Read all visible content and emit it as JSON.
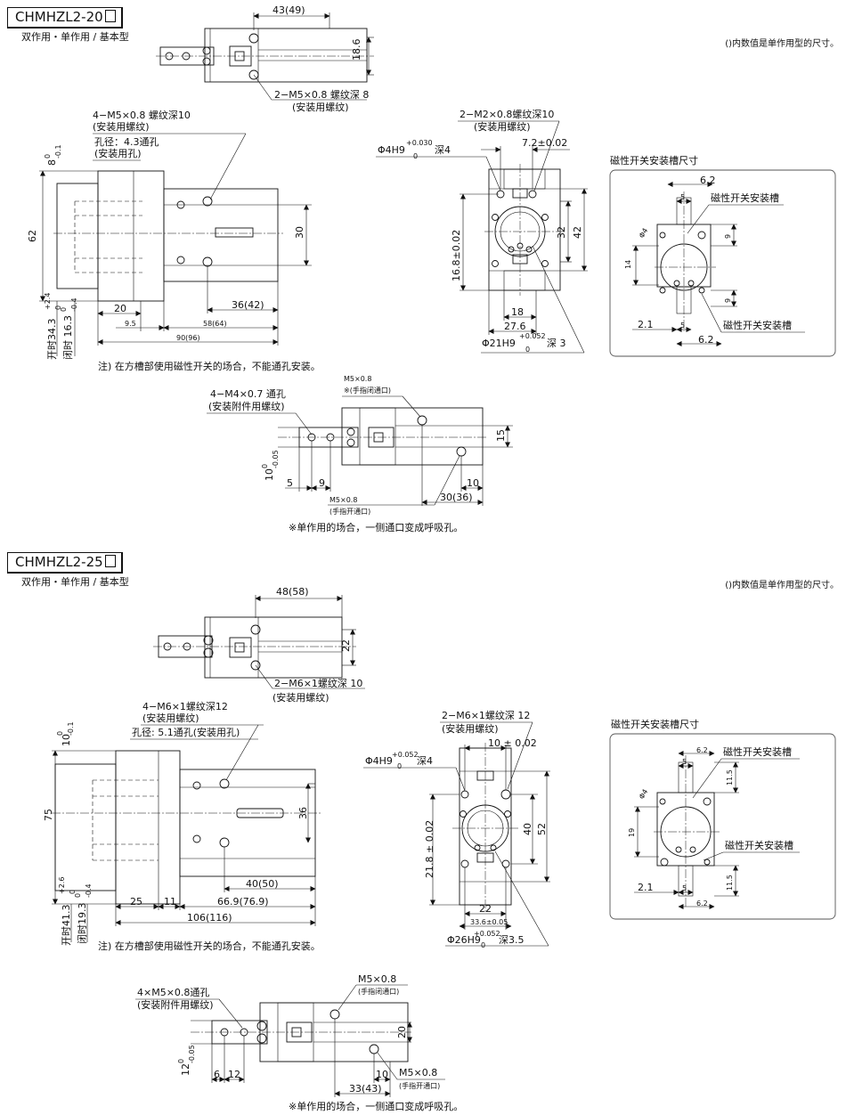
{
  "sections": [
    {
      "model": "CHMHZL2-20",
      "subtitle": "双作用・单作用 / 基本型",
      "note": "()内数值是单作用型的尺寸。",
      "top": {
        "dim_length": "43(49)",
        "dim_height": "18.6",
        "holes": "2−M5×0.8 螺纹深 8",
        "holes_use": "(安装用螺纹)"
      },
      "side": {
        "thread": "4−M5×0.8 螺纹深10",
        "thread_use": "(安装用螺纹)",
        "hole": "孔径：4.3通孔",
        "hole_use": "(安装用孔)",
        "tol_top": "8",
        "tol_top_sup": "0",
        "tol_top_sub": "-0.1",
        "height": "62",
        "inner": "30",
        "d1": "36(42)",
        "d2": "20",
        "d3": "9.5",
        "d4": "58(64)",
        "d5": "90(96)",
        "open_label": "开时34.3",
        "open_sup": "+2.4",
        "open_sub": "0",
        "close_label": "闭时 16.3",
        "close_sup": "0",
        "close_sub": "-0.4",
        "footnote": "注) 在方槽部使用磁性开关的场合，不能通孔安装。"
      },
      "end": {
        "thread": "2−M2×0.8螺纹深10",
        "thread_use": "(安装用螺纹)",
        "pin_hole": "Φ4H9",
        "pin_sup": "+0.030",
        "pin_sub": "0",
        "pin_depth": "深4",
        "pitch": "7.2±0.02",
        "center": "16.8±0.02",
        "h1": "32",
        "h2": "42",
        "w1": "18",
        "w2": "27.6",
        "bore": "Φ21H9",
        "bore_sup": "+0.052",
        "bore_sub": "0",
        "bore_depth": "深 3"
      },
      "sensor": {
        "title": "磁性开关安装槽尺寸",
        "w": "6.2",
        "w_bottom": "6.2",
        "slot": "5",
        "slot_bottom": "5",
        "d_label": "Φ4",
        "slot_label_top": "磁性开关安装槽",
        "slot_label_bottom": "磁性开关安装槽",
        "h1": "9",
        "h2": "14",
        "h3": "9",
        "offset": "2.1"
      },
      "bottom": {
        "thread": "4−M4×0.7 通孔",
        "thread_use": "(安装附件用螺纹)",
        "port1": "M5×0.8",
        "port1_label": "※(手指闭通口)",
        "port2": "M5×0.8",
        "port2_label": "(手指开通口)",
        "height": "15",
        "tol": "10",
        "tol_sup": "0",
        "tol_sub": "-0.05",
        "d1": "5",
        "d2": "9",
        "d3": "10",
        "d4": "30(36)"
      },
      "footnote": "※单作用的场合，一侧通口变成呼吸孔。"
    },
    {
      "model": "CHMHZL2-25",
      "subtitle": "双作用・单作用 / 基本型",
      "note": "()内数值是单作用型的尺寸。",
      "top": {
        "dim_length": "48(58)",
        "dim_height": "22",
        "holes": "2−M6×1螺纹深 10",
        "holes_use": "(安装用螺纹)"
      },
      "side": {
        "thread": "4−M6×1螺纹深12",
        "thread_use": "(安装用螺纹)",
        "hole": "孔径: 5.1通孔(安装用孔)",
        "hole_use": "",
        "tol_top": "10",
        "tol_top_sup": "0",
        "tol_top_sub": "-0.1",
        "height": "75",
        "inner": "36",
        "d1": "40(50)",
        "d2": "25",
        "d3": "11",
        "d4": "66.9(76.9)",
        "d5": "106(116)",
        "open_label": "开时41.3",
        "open_sup": "+2.6",
        "open_sub": "0",
        "close_label": "闭时19.3",
        "close_sup": "0",
        "close_sub": "-0.4",
        "footnote": "注) 在方槽部使用磁性开关的场合，不能通孔安装。"
      },
      "end": {
        "thread": "2−M6×1螺纹深 12",
        "thread_use": "(安装用螺纹)",
        "pin_hole": "Φ4H9",
        "pin_sup": "+0.052",
        "pin_sub": "0",
        "pin_depth": "深4",
        "pitch": "10 ± 0.02",
        "center": "21.8 ± 0.02",
        "h1": "40",
        "h2": "52",
        "w1": "22",
        "w2": "33.6±0.05",
        "bore": "Φ26H9",
        "bore_sup": "+0.052",
        "bore_sub": "0",
        "bore_depth": "深3.5"
      },
      "sensor": {
        "title": "磁性开关安装槽尺寸",
        "w": "6.2",
        "w_bottom": "6.2",
        "slot": "5",
        "slot_bottom": "5",
        "d_label": "Φ4",
        "slot_label_top": "磁性开关安装槽",
        "slot_label_bottom": "磁性开关安装槽",
        "h1": "11.5",
        "h2": "19",
        "h3": "11.5",
        "offset": "2.1"
      },
      "bottom": {
        "thread": "4×M5×0.8通孔",
        "thread_use": "(安装附件用螺纹)",
        "port1": "M5×0.8",
        "port1_label": "(手指闭通口)",
        "port2": "M5×0.8",
        "port2_label": "(手指开通口)",
        "height": "20",
        "tol": "12",
        "tol_sup": "0",
        "tol_sub": "-0.05",
        "d1": "6",
        "d2": "12",
        "d3": "10",
        "d4": "33(43)"
      },
      "footnote": "※单作用的场合，一侧通口变成呼吸孔。"
    }
  ]
}
